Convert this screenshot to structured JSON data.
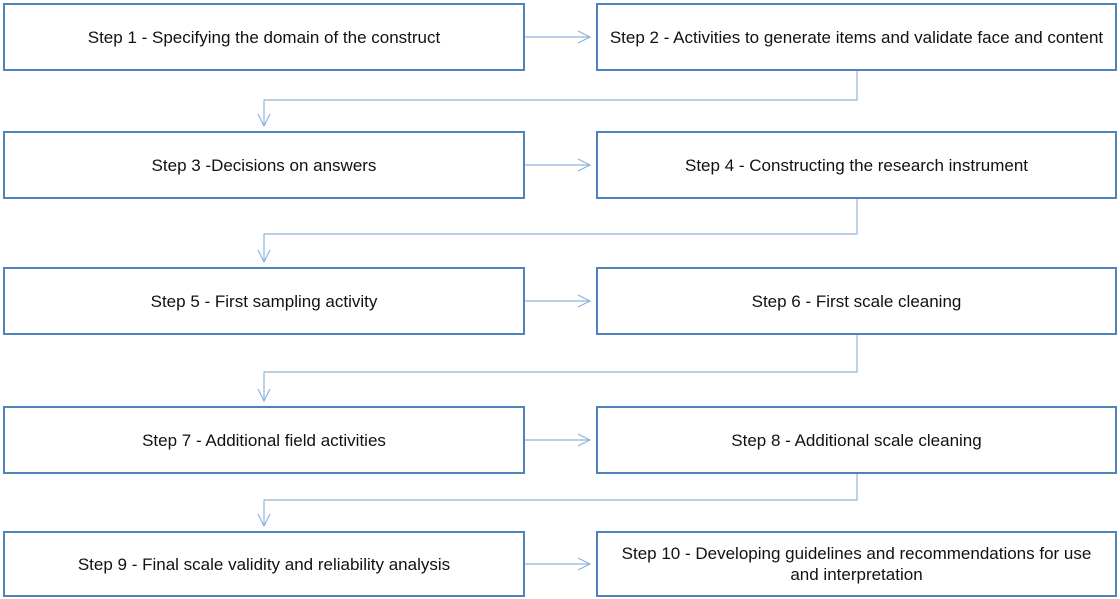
{
  "steps": [
    {
      "label": "Step 1 - Specifying the domain of the construct"
    },
    {
      "label": "Step 2 - Activities to generate items and validate face and content"
    },
    {
      "label": "Step 3 -Decisions on answers"
    },
    {
      "label": "Step 4 - Constructing the research instrument"
    },
    {
      "label": "Step 5 - First sampling activity"
    },
    {
      "label": "Step 6 - First scale cleaning"
    },
    {
      "label": "Step 7 - Additional field activities"
    },
    {
      "label": "Step 8 - Additional scale cleaning"
    },
    {
      "label": "Step 9 - Final scale validity and reliability analysis"
    },
    {
      "label": "Step 10 - Developing guidelines and recommendations for use and interpretation"
    }
  ],
  "colors": {
    "box_border": "#4f81bd",
    "connector": "#8fb4dc",
    "text": "#111111"
  }
}
